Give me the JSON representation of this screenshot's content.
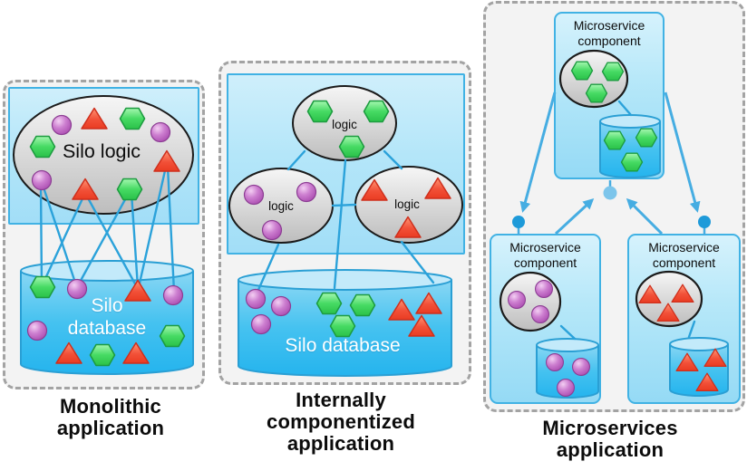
{
  "panels": {
    "monolithic": {
      "caption": "Monolithic\napplication",
      "logic_label": "Silo logic",
      "database_label": "Silo\ndatabase"
    },
    "componentized": {
      "caption": "Internally\ncomponentized\napplication",
      "logic_label": "logic",
      "database_label": "Silo database"
    },
    "microservices": {
      "caption": "Microservices\napplication",
      "component_label": "Microservice\ncomponent"
    }
  },
  "icons": {
    "green_hexagon": "data-entity-hexagon",
    "purple_circle": "data-entity-circle",
    "red_triangle": "data-entity-triangle"
  },
  "colors": {
    "accent_blue_border": "#41b2e4",
    "panel_fill": "#f3f3f3",
    "panel_dash": "#a3a3a3",
    "cylinder_blue": "#29b6ee",
    "hexagon_green": "#3ed75c",
    "circle_purple": "#b75cbc",
    "triangle_red": "#ee4a31",
    "connector_blue": "#2ea3dc",
    "arrow_blue": "#46ade2",
    "dot_dark_blue": "#1e9ad9",
    "dot_light_blue": "#7cc5eb"
  }
}
